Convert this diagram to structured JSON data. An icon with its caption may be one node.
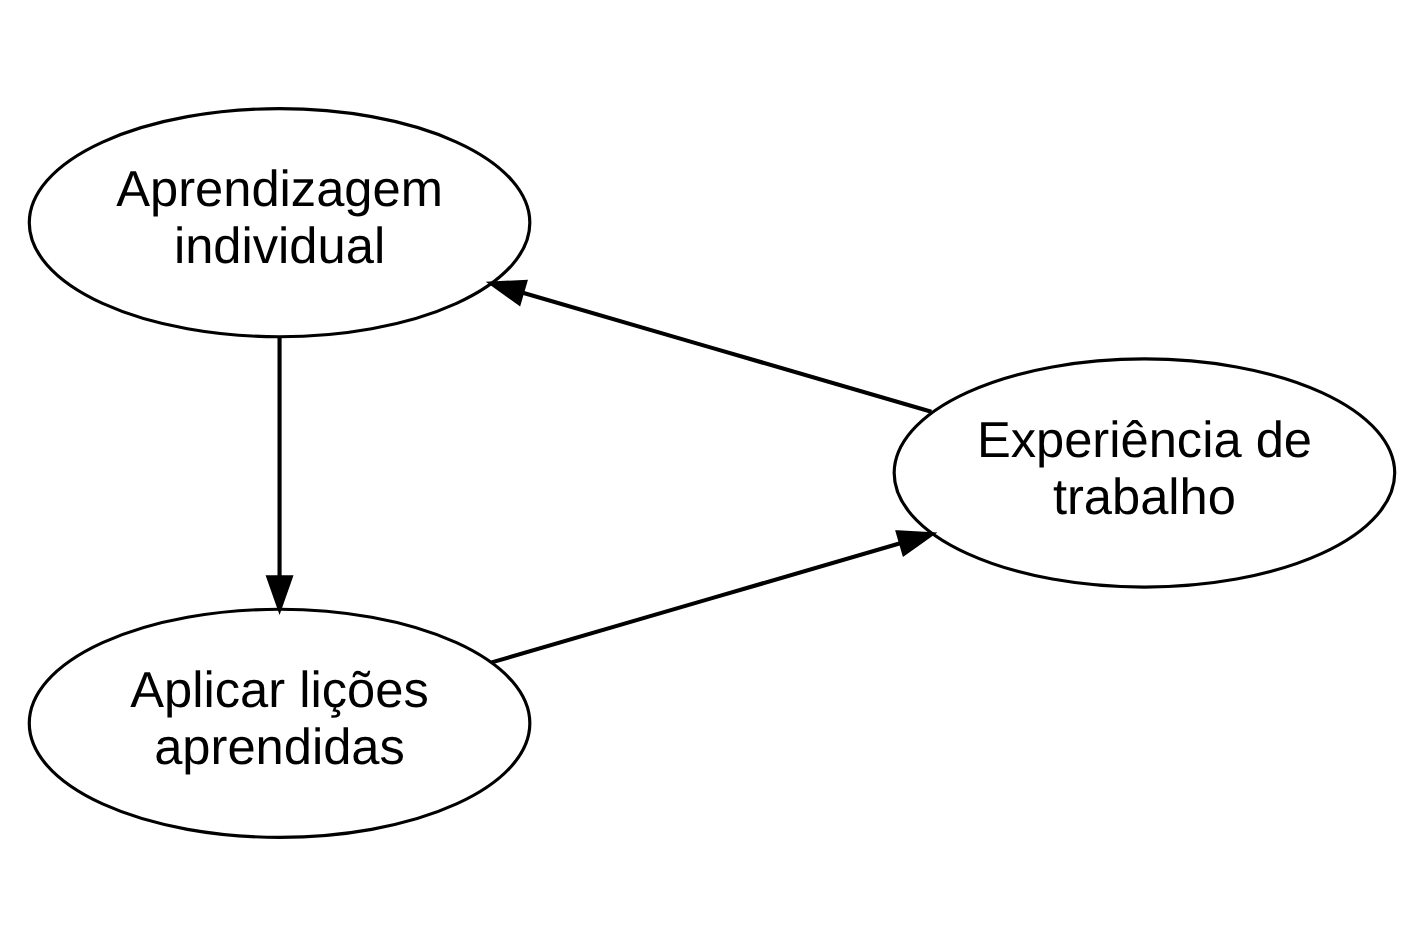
{
  "diagram": {
    "nodes": [
      {
        "text": [
          "Aprendizagem individual"
        ]
      },
      {
        "text": [
          "Experiência de trabalho"
        ]
      },
      {
        "text": [
          "Aplicar lições aprendidas"
        ]
      }
    ],
    "edges": [
      {
        "from": 1,
        "to": 0,
        "arrow": "to"
      },
      {
        "from": 0,
        "to": 2,
        "arrow": "to"
      },
      {
        "from": 2,
        "to": 1,
        "arrow": "to"
      }
    ]
  }
}
